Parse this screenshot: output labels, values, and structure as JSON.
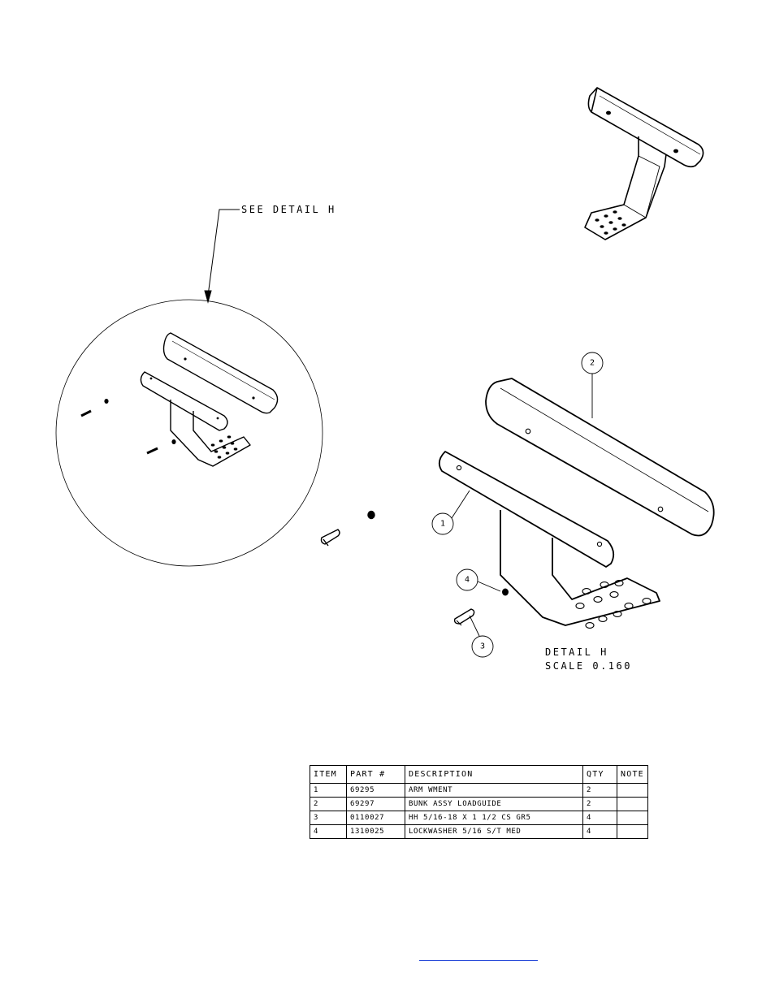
{
  "callouts": {
    "see_detail": "SEE DETAIL  H",
    "detail_title": "DETAIL  H",
    "detail_scale": "SCALE  0.160"
  },
  "balloons": [
    "1",
    "2",
    "3",
    "4"
  ],
  "bom": {
    "headers": [
      "ITEM",
      "PART #",
      "DESCRIPTION",
      "QTY",
      "NOTE"
    ],
    "rows": [
      [
        "1",
        "69295",
        "ARM WMENT",
        "2",
        ""
      ],
      [
        "2",
        "69297",
        "BUNK ASSY   LOADGUIDE",
        "2",
        ""
      ],
      [
        "3",
        "0110027",
        "HH 5/16-18 X 1 1/2 CS GR5",
        "4",
        ""
      ],
      [
        "4",
        "1310025",
        "LOCKWASHER 5/16 S/T MED",
        "4",
        ""
      ]
    ]
  },
  "colors": {
    "line": "#000000",
    "link": "#1a3fd6"
  }
}
